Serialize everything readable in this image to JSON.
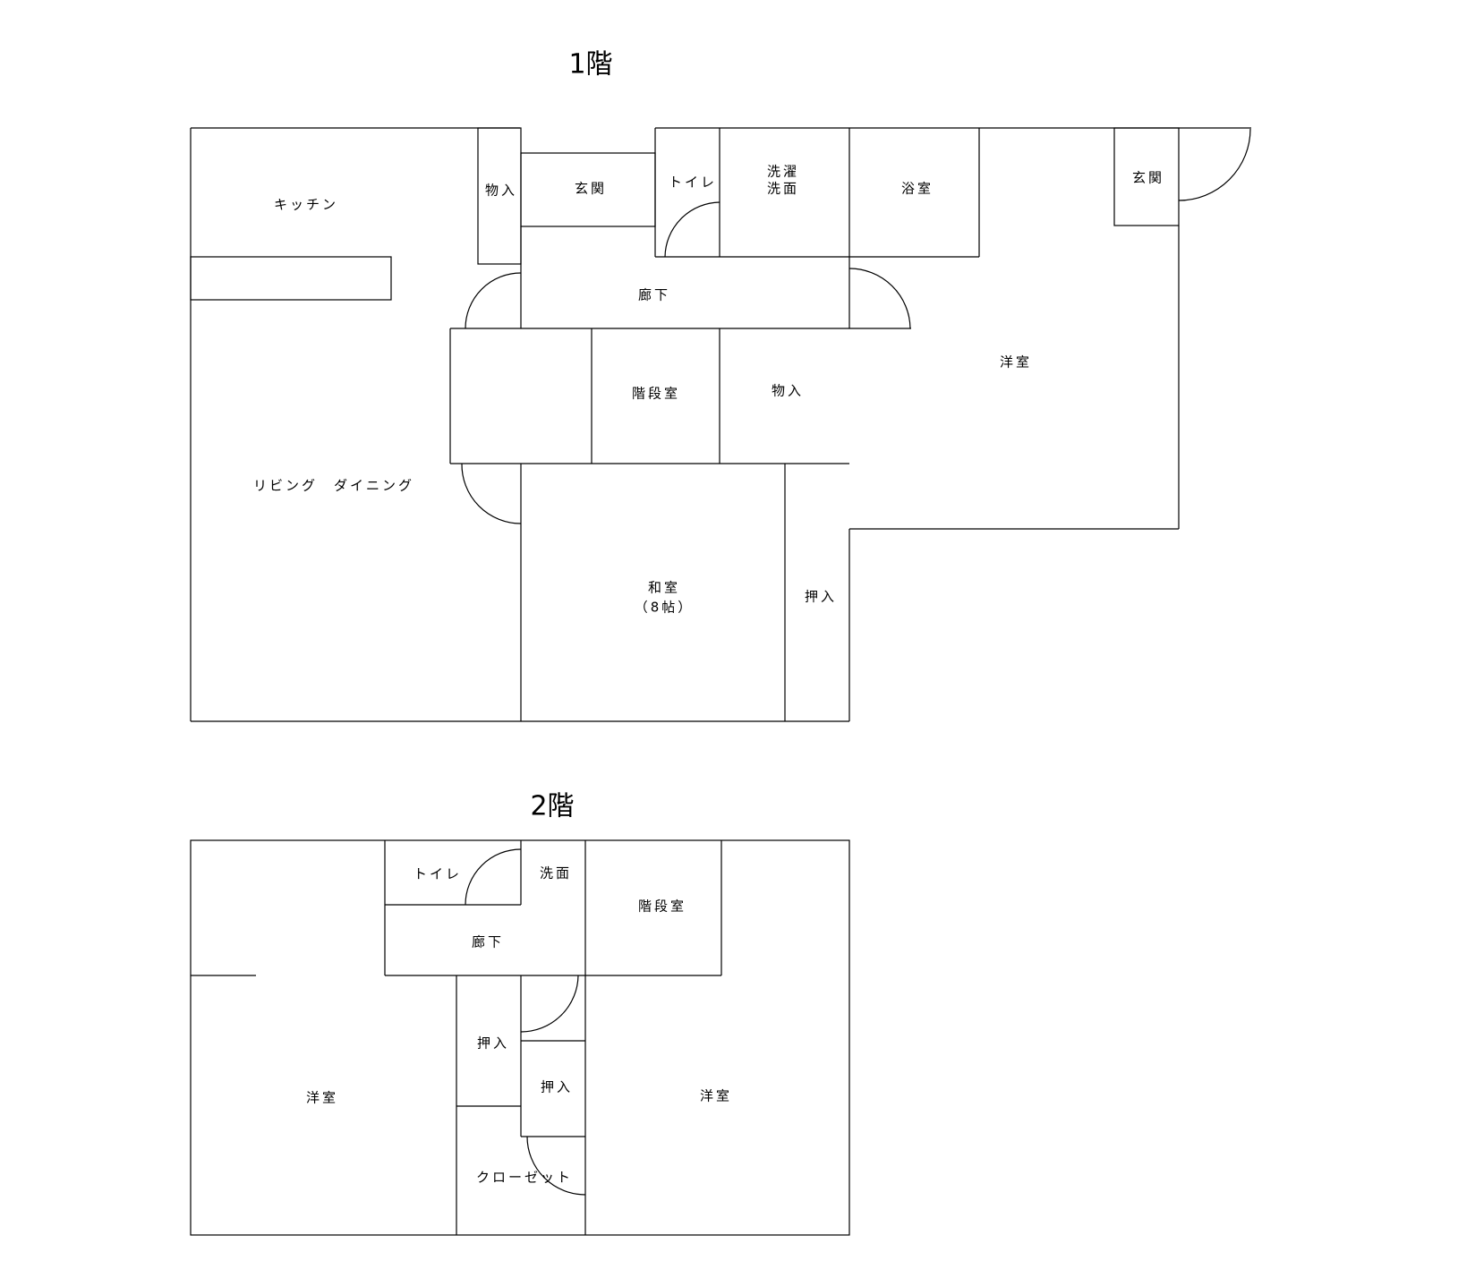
{
  "floor1": {
    "title": "1階",
    "rooms": {
      "kitchen": "キッチン",
      "storage_a": "物入",
      "entrance_a": "玄関",
      "toilet": "トイレ",
      "laundry_1": "洗濯",
      "laundry_2": "洗面",
      "bath": "浴室",
      "entrance_b": "玄関",
      "hallway": "廊下",
      "stair": "階段室",
      "storage_b": "物入",
      "western": "洋室",
      "living": "リビング　ダイニング",
      "washitsu_1": "和室",
      "washitsu_2": "（8帖）",
      "oshiire": "押入"
    }
  },
  "floor2": {
    "title": "2階",
    "rooms": {
      "toilet": "トイレ",
      "washroom": "洗面",
      "stair": "階段室",
      "hallway": "廊下",
      "oshiire_a": "押入",
      "oshiire_b": "押入",
      "western_left": "洋室",
      "western_right": "洋室",
      "closet": "クローゼット"
    }
  }
}
